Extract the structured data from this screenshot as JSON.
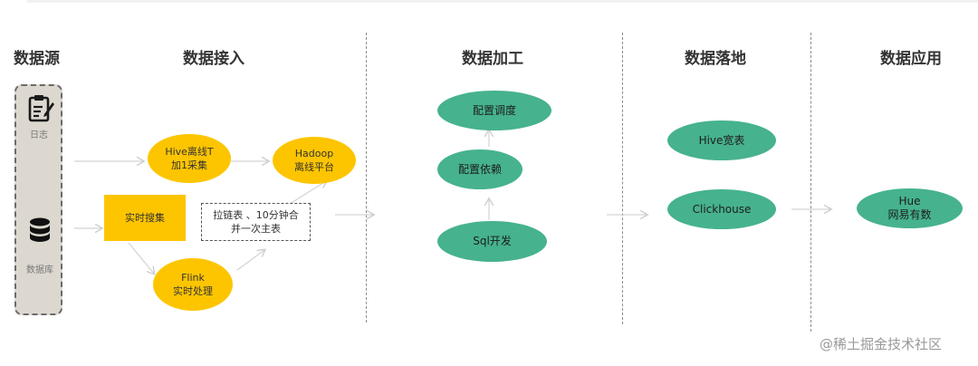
{
  "headings": {
    "source": "数据源",
    "ingest": "数据接入",
    "process": "数据加工",
    "landing": "数据落地",
    "application": "数据应用"
  },
  "sources": {
    "log_label": "日志",
    "db_label": "数据库"
  },
  "ingest_nodes": {
    "hive_batch": "Hive离线T\n加1采集",
    "hadoop": "Hadoop\n离线平台",
    "realtime_collect": "实时搜集",
    "merge_note": "拉链表 、10分钟合\n并一次主表",
    "flink": "Flink\n实时处理"
  },
  "process_nodes": {
    "schedule": "配置调度",
    "dependency": "配置依赖",
    "sql_dev": "Sql开发"
  },
  "landing_nodes": {
    "hive_table": "Hive宽表",
    "clickhouse": "Clickhouse"
  },
  "application_nodes": {
    "hue": "Hue\n网易有数"
  },
  "watermark": "@稀土掘金技术社区",
  "colors": {
    "yellow": "#fdc500",
    "green": "#46b28e",
    "source_bg": "#dcd8cf",
    "arrow": "#d0d0d0"
  }
}
